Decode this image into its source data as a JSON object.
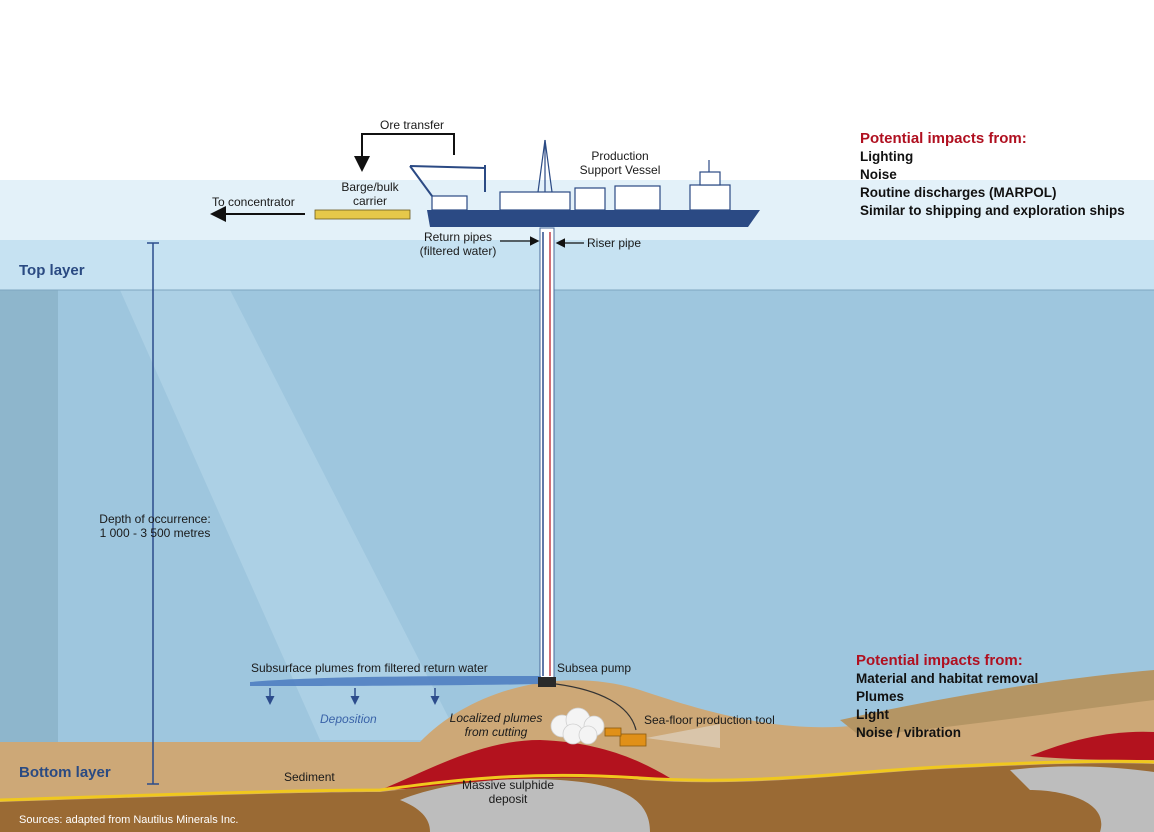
{
  "labels": {
    "ore_transfer": "Ore transfer",
    "barge_line1": "Barge/bulk",
    "barge_line2": "carrier",
    "to_concentrator": "To concentrator",
    "production_line1": "Production",
    "production_line2": "Support Vessel",
    "return_pipes_line1": "Return pipes",
    "return_pipes_line2": "(filtered water)",
    "riser_pipe": "Riser pipe",
    "top_layer": "Top layer",
    "bottom_layer": "Bottom layer",
    "depth_line1": "Depth of occurrence:",
    "depth_line2": "1 000 - 3 500 metres",
    "subsurface_plumes": "Subsurface plumes from filtered return water",
    "subsea_pump": "Subsea pump",
    "deposition": "Deposition",
    "localized_line1": "Localized plumes",
    "localized_line2": "from cutting",
    "seafloor_tool": "Sea-floor production tool",
    "sediment": "Sediment",
    "massive_line1": "Massive sulphide",
    "massive_line2": "deposit",
    "sources": "Sources: adapted from Nautilus Minerals Inc."
  },
  "impacts_top": {
    "heading": "Potential impacts from:",
    "items": [
      "Lighting",
      "Noise",
      "Routine discharges (MARPOL)",
      "Similar to shipping and exploration ships"
    ]
  },
  "impacts_bottom": {
    "heading": "Potential impacts from:",
    "items": [
      "Material and habitat removal",
      "Plumes",
      "Light",
      "Noise / vibration"
    ]
  },
  "colors": {
    "sea_top": "#c9e3f1",
    "sea_deep": "#9cc6de",
    "sediment": "#c9a36e",
    "deposit": "#b9b9b9",
    "red_layer": "#b3121e",
    "vessel": "#2b4a84",
    "barge": "#e6c84a",
    "impact_heading": "#b01020"
  }
}
